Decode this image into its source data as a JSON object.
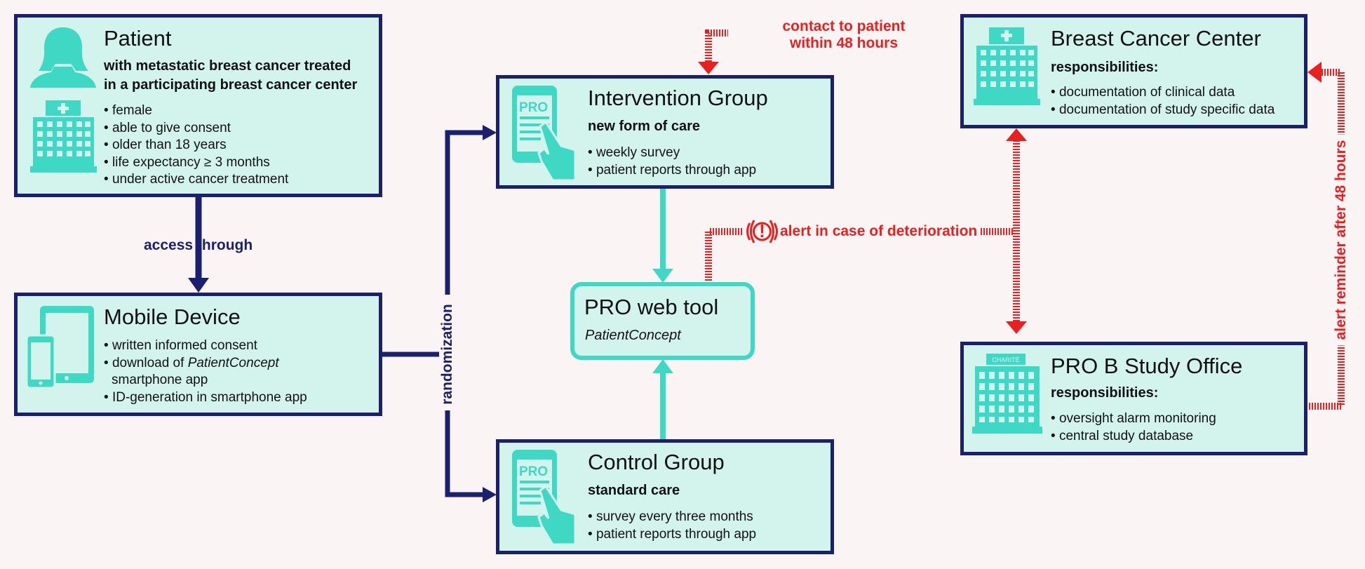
{
  "colors": {
    "navy": "#1a1f6e",
    "teal": "#3fd8c4",
    "red": "#e82020",
    "box_fill": "#d3f4ec"
  },
  "patient": {
    "title": "Patient",
    "subtitle_line1": "with metastatic breast cancer treated",
    "subtitle_line2": "in a participating breast cancer center",
    "bullets": [
      "female",
      "able to give consent",
      "older than 18 years",
      "life expectancy ≥  3 months",
      "under active cancer treatment"
    ]
  },
  "mobile": {
    "title": "Mobile Device",
    "bullet1": "written informed consent",
    "bullet2_prefix": "download of ",
    "bullet2_italic": "PatientConcept",
    "bullet2_line2": "smartphone app",
    "bullet3": "ID-generation in smartphone app"
  },
  "intervention": {
    "title": "Intervention Group",
    "subtitle": "new form of care",
    "bullets": [
      "weekly survey",
      "patient reports through app"
    ],
    "icon_text": "PRO"
  },
  "control": {
    "title": "Control Group",
    "subtitle": "standard care",
    "bullets": [
      "survey every three months",
      "patient reports through app"
    ],
    "icon_text": "PRO"
  },
  "pro_tool": {
    "title": "PRO web tool",
    "subtitle": "PatientConcept"
  },
  "bcc": {
    "title": "Breast Cancer Center",
    "subtitle": "responsibilities:",
    "bullets": [
      "documentation of clinical data",
      "documentation of study specific data"
    ]
  },
  "study_office": {
    "title": "PRO B Study Office",
    "subtitle": "responsibilities:",
    "bullets": [
      "oversight alarm monitoring",
      "central study database"
    ],
    "building_sign": "CHARITÉ"
  },
  "labels": {
    "access": "access through",
    "randomization": "randomization",
    "contact_line1": "contact to patient",
    "contact_line2": "within 48 hours",
    "alert": "alert in case of deterioration",
    "alert_icon_text": "!",
    "reminder": "alert reminder after 48 hours"
  }
}
